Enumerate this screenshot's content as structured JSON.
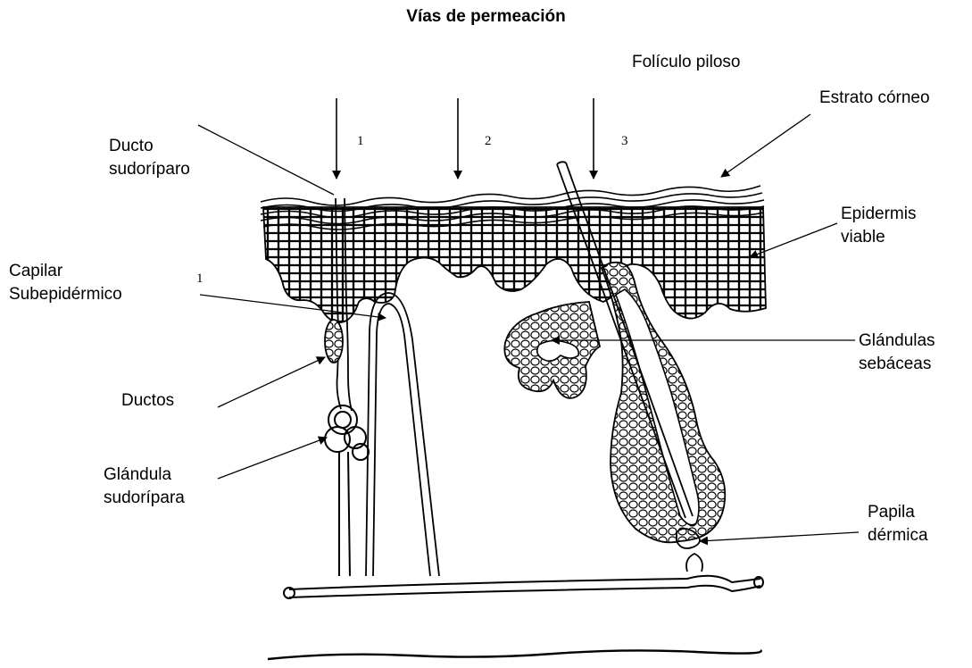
{
  "title": "Vías de permeación",
  "pathway_numbers": [
    "1",
    "2",
    "3"
  ],
  "capillary_marker": "1",
  "labels": {
    "foliculo": "Folículo piloso",
    "estrato": "Estrato córneo",
    "ducto_line1": "Ducto",
    "ducto_line2": "sudoríparo",
    "epidermis_line1": "Epidermis",
    "epidermis_line2": "viable",
    "capilar_line1": "Capilar",
    "capilar_line2": "Subepidérmico",
    "glandulas_line1": "Glándulas",
    "glandulas_line2": "sebáceas",
    "ductos": "Ductos",
    "glandula_line1": "Glándula",
    "glandula_line2": "sudorípara",
    "papila_line1": "Papila",
    "papila_line2": "dérmica"
  }
}
